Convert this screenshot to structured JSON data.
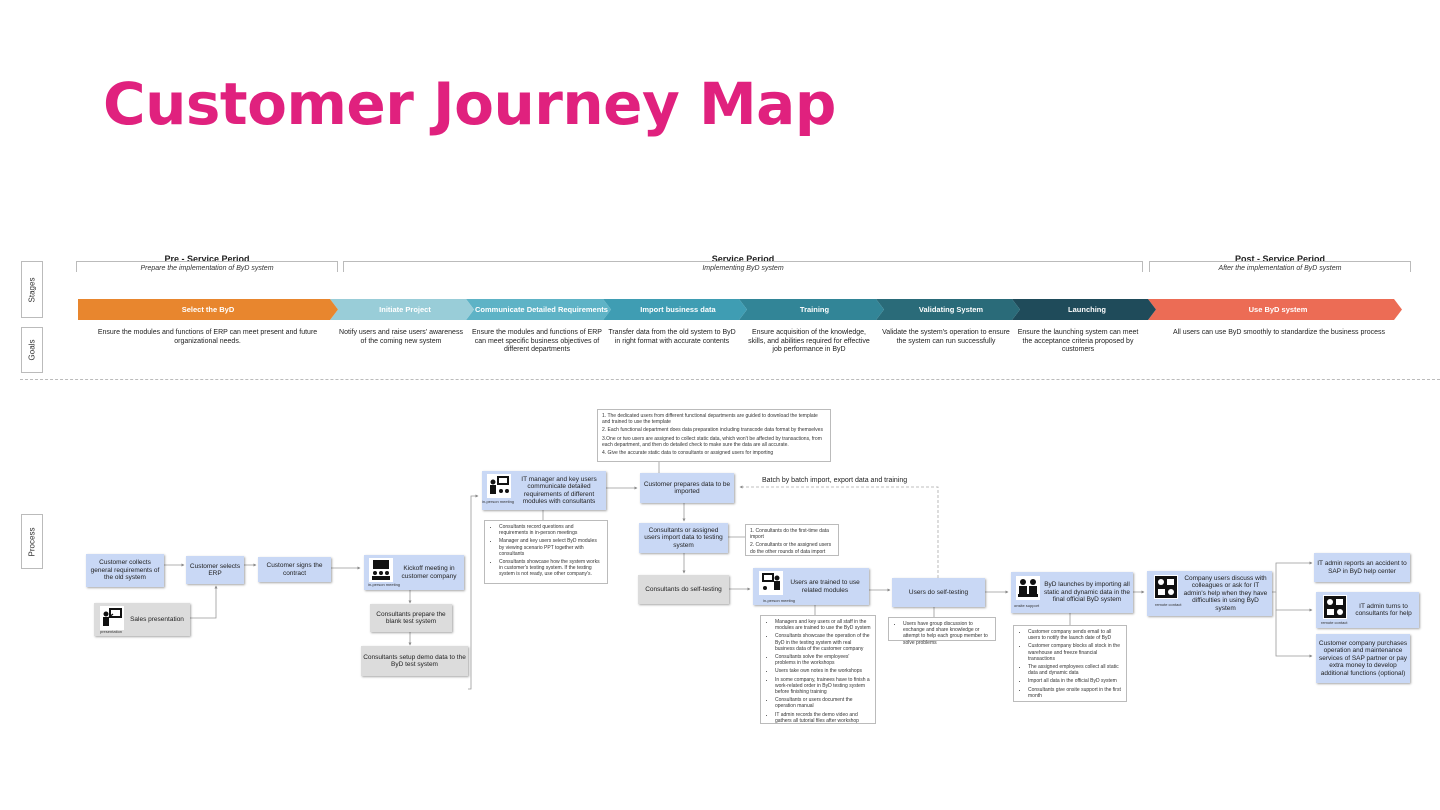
{
  "title": "Customer Journey Map",
  "side_labels": {
    "stages": "Stages",
    "goals": "Goals",
    "process": "Process"
  },
  "periods": [
    {
      "name": "Pre - Service Period",
      "sub": "Prepare the implementation of ByD system"
    },
    {
      "name": "Service Period",
      "sub": "Implementing ByD system"
    },
    {
      "name": "Post - Service Period",
      "sub": "After the implementation of ByD system"
    }
  ],
  "stages": [
    {
      "label": "Select the ByD",
      "color": "#e8862e"
    },
    {
      "label": "Initiate  Project",
      "color": "#99cdd8"
    },
    {
      "label": "Communicate Detailed Requirements",
      "color": "#5eb3c6"
    },
    {
      "label": "Import business data",
      "color": "#3f9db3"
    },
    {
      "label": "Training",
      "color": "#328597"
    },
    {
      "label": "Validating System",
      "color": "#2a6b79"
    },
    {
      "label": "Launching",
      "color": "#1f4b5a"
    },
    {
      "label": "Use ByD system",
      "color": "#ec6c55"
    }
  ],
  "goals": [
    "Ensure the modules and functions of ERP can meet present and future organizational needs.",
    "Notify users and raise users' awareness of the coming new system",
    "Ensure the modules and functions of ERP can meet specific business objectives of different departments",
    "Transfer data from the old system to ByD in right format with accurate contents",
    "Ensure acquisition of the knowledge, skills, and abilities required for effective job performance in ByD",
    "Validate the system's operation to ensure the system can run successfully",
    "Ensure the launching system can meet the acceptance criteria proposed by customers",
    "All users can use ByD smoothly to standardize the business process"
  ],
  "process": {
    "collect": "Customer collects general requirements of the old system",
    "selects": "Customer selects ERP",
    "signs": "Customer signs the contract",
    "sales": "Sales presentation",
    "sales_caption": "presentation",
    "kickoff": "Kickoff meeting in customer company",
    "kickoff_caption": "in-person meeting",
    "prepare_blank": "Consultants prepare the blank test system",
    "setup_demo": "Consultants setup demo data to the ByD test system",
    "it_manager": "IT manager and key users communicate detailed requirements of different modules with consultants",
    "it_caption": "in-person meeting",
    "comm_notes": [
      "Consultants record questions and requirements in in-person meetings",
      "Manager and key users select ByD modules by viewing scenario PPT together with consultants",
      "Consultants showcase how the system works in customer's testing system. If the testing system is not ready, use other company's."
    ],
    "top_notes": [
      "1. The dedicated users from different functional departments are guided to download the template and trained to use the template",
      "2. Each functional department does data preparation including transcode data format by themselves",
      "3.One or two users are assigned to collect static data, which won't be affected by transactions, from each department, and then do detailed check to make sure the data are all accurate.",
      "4. Give the accurate static data to consultants or assigned users for importing"
    ],
    "prepare_data": "Customer prepares data to be imported",
    "import_data": "Consultants or assigned users import data to testing system",
    "import_notes": [
      "1. Consultants do the first-time data import",
      "2. Consultants or the assigned users do the other rounds of data import"
    ],
    "self_testing": "Consultants do self-testing",
    "trained": "Users are trained to use related modules",
    "trained_caption": "in-person meeting",
    "train_notes": [
      "Managers and key users or all staff in the modules are trained to use the ByD system",
      "Consultants showcase the operation of the ByD in the testing system with real business data of the customer company",
      "Consultants solve the employees' problems in the workshops",
      "Users take own notes in the workshops",
      "In some company, trainees have to finish a work-related order in ByD testing system before finishing training",
      "Consultants or users document the operation manual",
      "IT admin records the demo video and gathers all tutorial files after workshop"
    ],
    "batch_label": "Batch by batch import, export data and training",
    "users_self": "Users do self-testing",
    "users_self_note": "Users have group discussion to exchange and share knowledge or attempt to help each group member to solve problems",
    "launch": "ByD launches by importing all static and dynamic data in the final official ByD system",
    "launch_caption": "onsite support",
    "launch_notes": [
      "Customer company sends email to all users to notify the launch date of ByD",
      "Customer company blocks all stock in the warehouse and freeze financial transactions",
      "The assigned employees collect all static data and dynamic data",
      "Import all data in the official ByD system",
      "Consultants give onsite support in the first month"
    ],
    "discuss": "Company users discuss with colleagues or ask for IT admin's help when they have difficulties in using ByD system",
    "discuss_caption": "remote contact",
    "report": "IT admin reports an accident to SAP in ByD help center",
    "turns": "IT admin turns to consultants for help",
    "turns_caption": "remote contact",
    "purchase": "Customer company purchases operation and maintenance services of SAP partner or pay extra money to develop additional functions (optional)"
  }
}
